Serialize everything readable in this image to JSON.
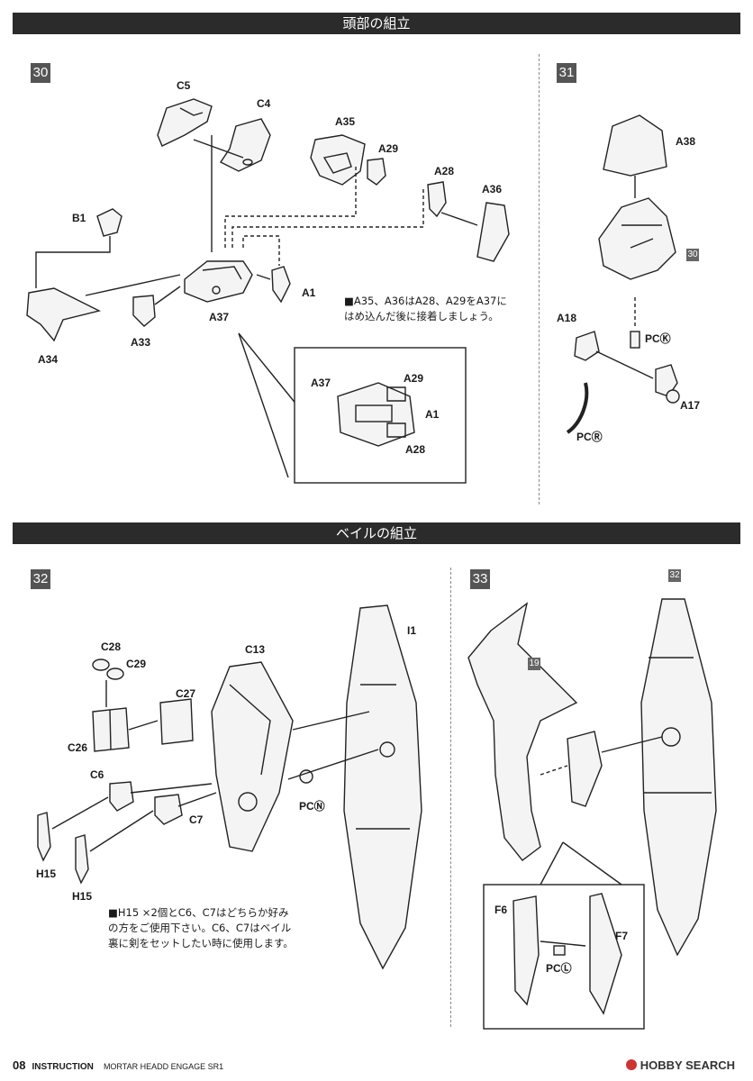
{
  "sections": {
    "head_title": "頭部の組立",
    "veil_title": "ベイルの組立"
  },
  "steps": {
    "s30": "30",
    "s31": "31",
    "s32": "32",
    "s33": "33",
    "ref30": "30",
    "ref32": "32",
    "ref19": "19"
  },
  "parts30": {
    "C5": "C5",
    "C4": "C4",
    "A35": "A35",
    "A29": "A29",
    "A28": "A28",
    "A36": "A36",
    "B1": "B1",
    "A1": "A1",
    "A37": "A37",
    "A33": "A33",
    "A34": "A34"
  },
  "detail30": {
    "A37": "A37",
    "A29": "A29",
    "A1": "A1",
    "A28": "A28"
  },
  "note30": [
    "■A35、A36はA28、A29をA37に",
    "はめ込んだ後に接着しましょう。"
  ],
  "parts31": {
    "A38": "A38",
    "A18": "A18",
    "PCK": "PCⓀ",
    "A17": "A17",
    "PCR": "PCⓇ"
  },
  "parts32": {
    "C28": "C28",
    "C29": "C29",
    "C13": "C13",
    "C27": "C27",
    "C26": "C26",
    "I1": "I1",
    "C6": "C6",
    "C7": "C7",
    "PCN": "PCⓃ",
    "H15a": "H15",
    "H15b": "H15"
  },
  "note32": [
    "■H15 ×2個とC6、C7はどちらか好み",
    "の方をご使用下さい。C6、C7はベイル",
    "裏に剣をセットしたい時に使用します。"
  ],
  "parts33": {
    "F6": "F6",
    "F7": "F7",
    "PCL": "PCⓁ"
  },
  "footer": {
    "page": "08",
    "label": "INSTRUCTION",
    "product": "MORTAR HEADD  ENGAGE SR1",
    "brand": "HOBBY SEARCH"
  }
}
